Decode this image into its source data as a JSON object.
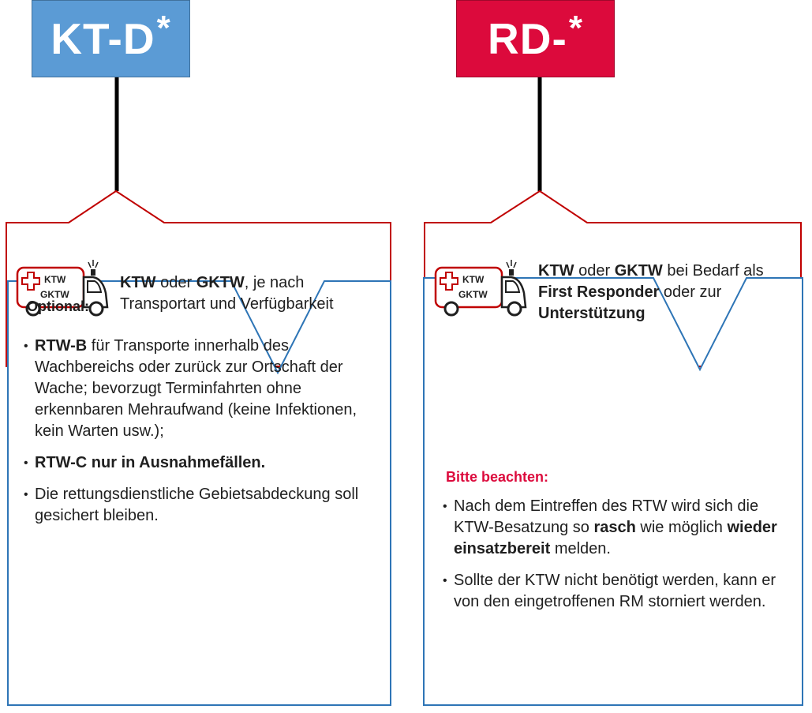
{
  "left": {
    "header": {
      "label": "KT-D",
      "star": "*",
      "color": "#5b9bd5"
    },
    "vehicle_icon": {
      "line1": "KTW",
      "line2": "GKTW"
    },
    "vehicle_text": {
      "b1": "KTW",
      "t1": " oder ",
      "b2": "GKTW",
      "t2": ", je nach",
      "line2": "Transportart und Verfügbarkeit"
    },
    "note": {
      "heading": "Optional:",
      "items": [
        {
          "bold": "RTW-B",
          "text": " für Transporte innerhalb des Wachbereichs oder zurück zur Ortschaft der Wache; bevorzugt Terminfahrten ohne erkennbaren Mehraufwand (keine Infektionen, kein Warten usw.);"
        },
        {
          "bold": "RTW-C nur in Ausnahmefällen.",
          "text": ""
        },
        {
          "bold": "",
          "text": "Die rettungsdienstliche Gebietsabdeckung soll gesichert bleiben."
        }
      ]
    }
  },
  "right": {
    "header": {
      "label": "RD-",
      "star": "*",
      "color": "#dc0a3c"
    },
    "vehicle_icon": {
      "line1": "KTW",
      "line2": "GKTW"
    },
    "vehicle_text": {
      "b1": "KTW",
      "t1": " oder ",
      "b2": "GKTW",
      "t2": " bei Bedarf als",
      "b3": "First Responder",
      "t3": " oder zur",
      "b4": "Unterstützung"
    },
    "note": {
      "heading": "Bitte beachten:",
      "heading_color": "#dc0a3c",
      "items": [
        {
          "pre": "Nach dem Eintreffen des RTW wird sich die KTW-Besatzung so ",
          "b1": "rasch",
          "mid": " wie möglich ",
          "b2": "wieder einsatzbereit",
          "post": " melden."
        },
        {
          "pre": "Sollte der KTW nicht benötigt werden, kann er von den eingetroffenen RM storniert werden."
        }
      ]
    }
  },
  "colors": {
    "callout_red": "#c00000",
    "callout_blue": "#2e75b6",
    "connector": "#000000"
  }
}
